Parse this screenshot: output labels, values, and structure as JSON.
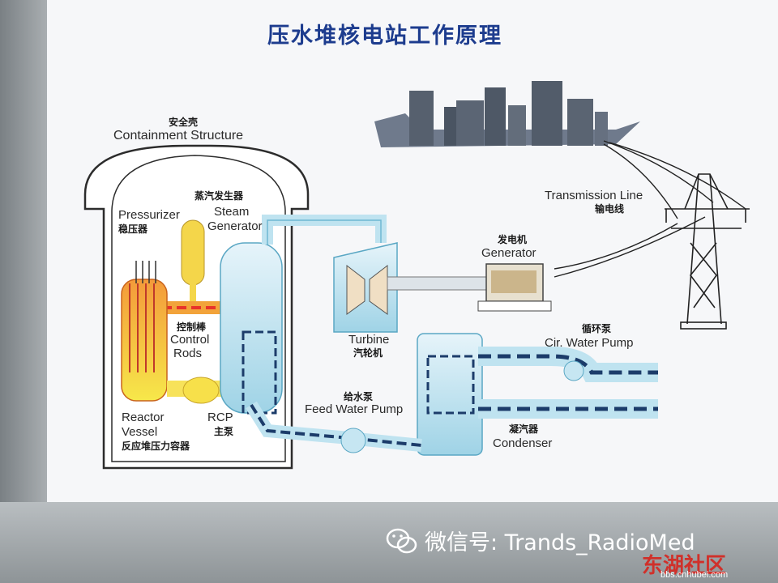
{
  "title": "压水堆核电站工作原理",
  "labels": {
    "containment_cn": "安全壳",
    "containment_en": "Containment Structure",
    "steam_gen_cn": "蒸汽发生器",
    "steam_gen_en1": "Steam",
    "steam_gen_en2": "Generator",
    "pressurizer_en": "Pressurizer",
    "pressurizer_cn": "稳压器",
    "control_cn": "控制棒",
    "control_en1": "Control",
    "control_en2": "Rods",
    "reactor_en1": "Reactor",
    "reactor_en2": "Vessel",
    "reactor_cn": "反应堆压力容器",
    "rcp_en": "RCP",
    "rcp_cn": "主泵",
    "turbine_en": "Turbine",
    "turbine_cn": "汽轮机",
    "generator_cn": "发电机",
    "generator_en": "Generator",
    "transmission_en": "Transmission Line",
    "transmission_cn": "输电线",
    "cir_cn": "循环泵",
    "cir_en": "Cir. Water Pump",
    "feed_cn": "给水泵",
    "feed_en": "Feed Water Pump",
    "condenser_cn": "凝汽器",
    "condenser_en": "Condenser"
  },
  "watermark": "微信号: Trands_RadioMed",
  "site_name": "东湖社区",
  "site_url": "bbs.cnhubei.com",
  "colors": {
    "title": "#1d3c8e",
    "hot_loop": "#e8332a",
    "coolant": "#bfe3f0",
    "navy": "#1c3c6a"
  }
}
